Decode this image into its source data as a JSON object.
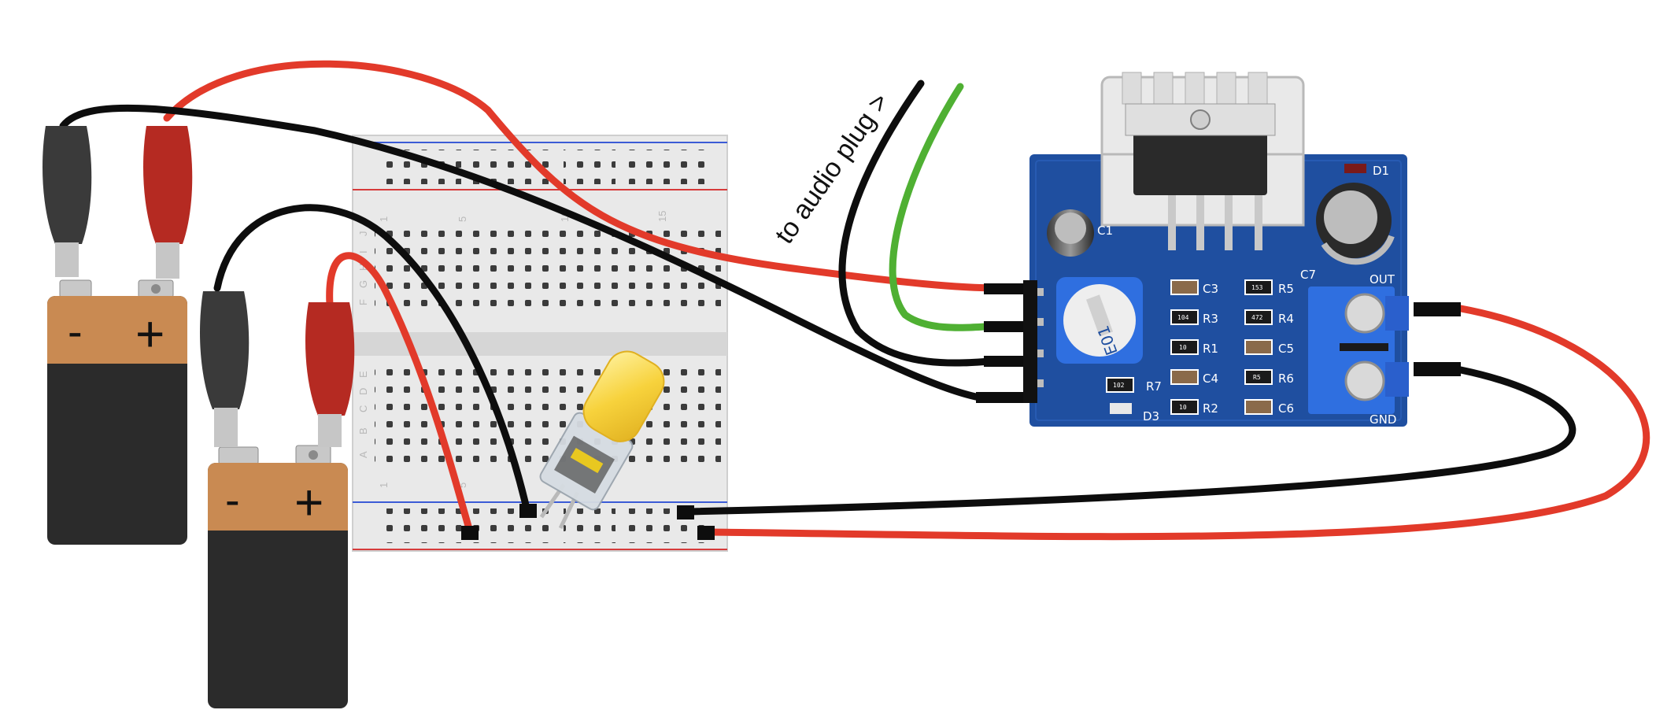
{
  "annotation": {
    "text": "to audio plug >"
  },
  "battery_left": {
    "minus": "-",
    "plus": "+"
  },
  "battery_right": {
    "minus": "-",
    "plus": "+"
  },
  "breadboard": {
    "column_numbers": [
      "1",
      "5",
      "10",
      "15"
    ],
    "row_letters_top": [
      "J",
      "I",
      "H",
      "G",
      "F"
    ],
    "row_letters_bottom": [
      "E",
      "D",
      "C",
      "B",
      "A"
    ]
  },
  "amp_board": {
    "labels": {
      "c3": "C3",
      "r5": "R5",
      "r3": "R3",
      "r4": "R4",
      "r1": "R1",
      "c5": "C5",
      "c4": "C4",
      "r6": "R6",
      "r7": "R7",
      "r2": "R2",
      "c6": "C6",
      "d3": "D3",
      "c7": "C7",
      "d1": "D1",
      "c1": "C1",
      "out": "OUT",
      "gnd": "GND",
      "pot": "E01"
    },
    "smd_codes": {
      "c3": "",
      "r5": "153",
      "r3": "104",
      "r4": "472",
      "r1": "10",
      "c4": "",
      "r6": "R5",
      "r7": "102",
      "r2": "10"
    }
  },
  "colors": {
    "wire_red": "#e23a2a",
    "wire_black": "#0d0d0d",
    "wire_green": "#4fb033",
    "pcb_blue": "#1f4fa0",
    "terminal_blue": "#2f6fe0",
    "battery_copper": "#c98a52",
    "battery_body": "#2b2b2b",
    "led_yellow": "#f7d23c"
  }
}
